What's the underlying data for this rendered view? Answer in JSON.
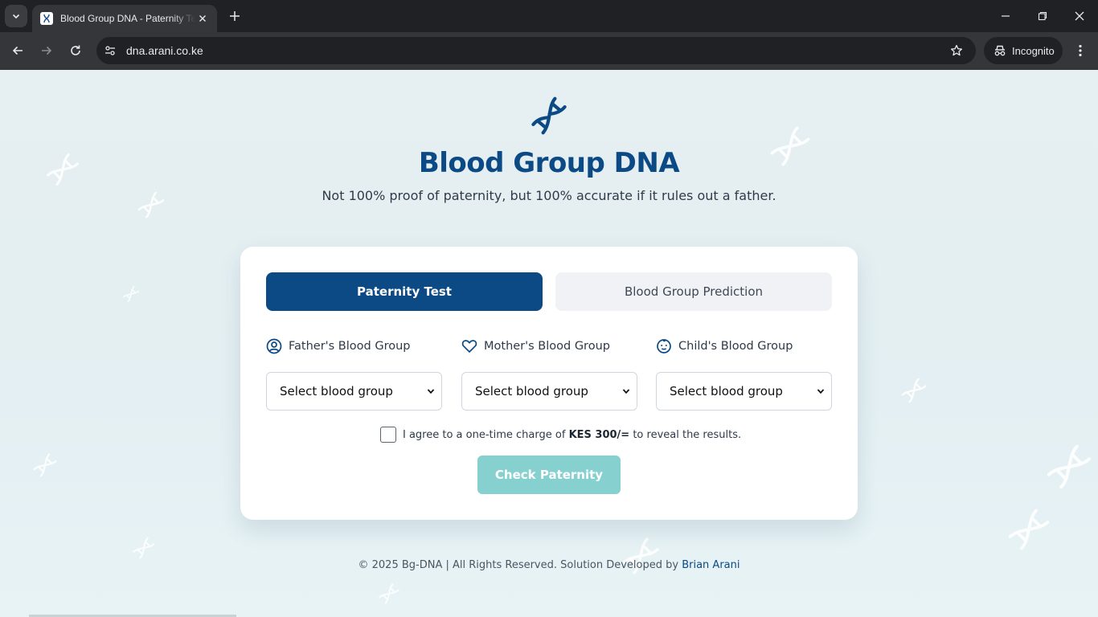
{
  "browser": {
    "tab_title": "Blood Group DNA - Paternity Test",
    "url": "dna.arani.co.ke",
    "incognito_label": "Incognito"
  },
  "header": {
    "title": "Blood Group DNA",
    "subtitle": "Not 100% proof of paternity, but 100% accurate if it rules out a father."
  },
  "tabs": [
    {
      "label": "Paternity Test",
      "active": true
    },
    {
      "label": "Blood Group Prediction",
      "active": false
    }
  ],
  "fields": [
    {
      "label": "Father's Blood Group",
      "icon": "user-circle-icon",
      "value": "Select blood group"
    },
    {
      "label": "Mother's Blood Group",
      "icon": "heart-icon",
      "value": "Select blood group"
    },
    {
      "label": "Child's Blood Group",
      "icon": "baby-face-icon",
      "value": "Select blood group"
    }
  ],
  "consent": {
    "prefix": "I agree to a one-time charge of",
    "amount": "KES 300/=",
    "suffix": "to reveal the results.",
    "checked": false
  },
  "submit_label": "Check Paternity",
  "footer": {
    "text": "© 2025 Bg-DNA | All Rights Reserved. Solution Developed by",
    "author": "Brian Arani"
  },
  "colors": {
    "brand": "#0b4a85",
    "button_disabled": "#86d0d0",
    "page_bg": "#e6f0f3"
  }
}
